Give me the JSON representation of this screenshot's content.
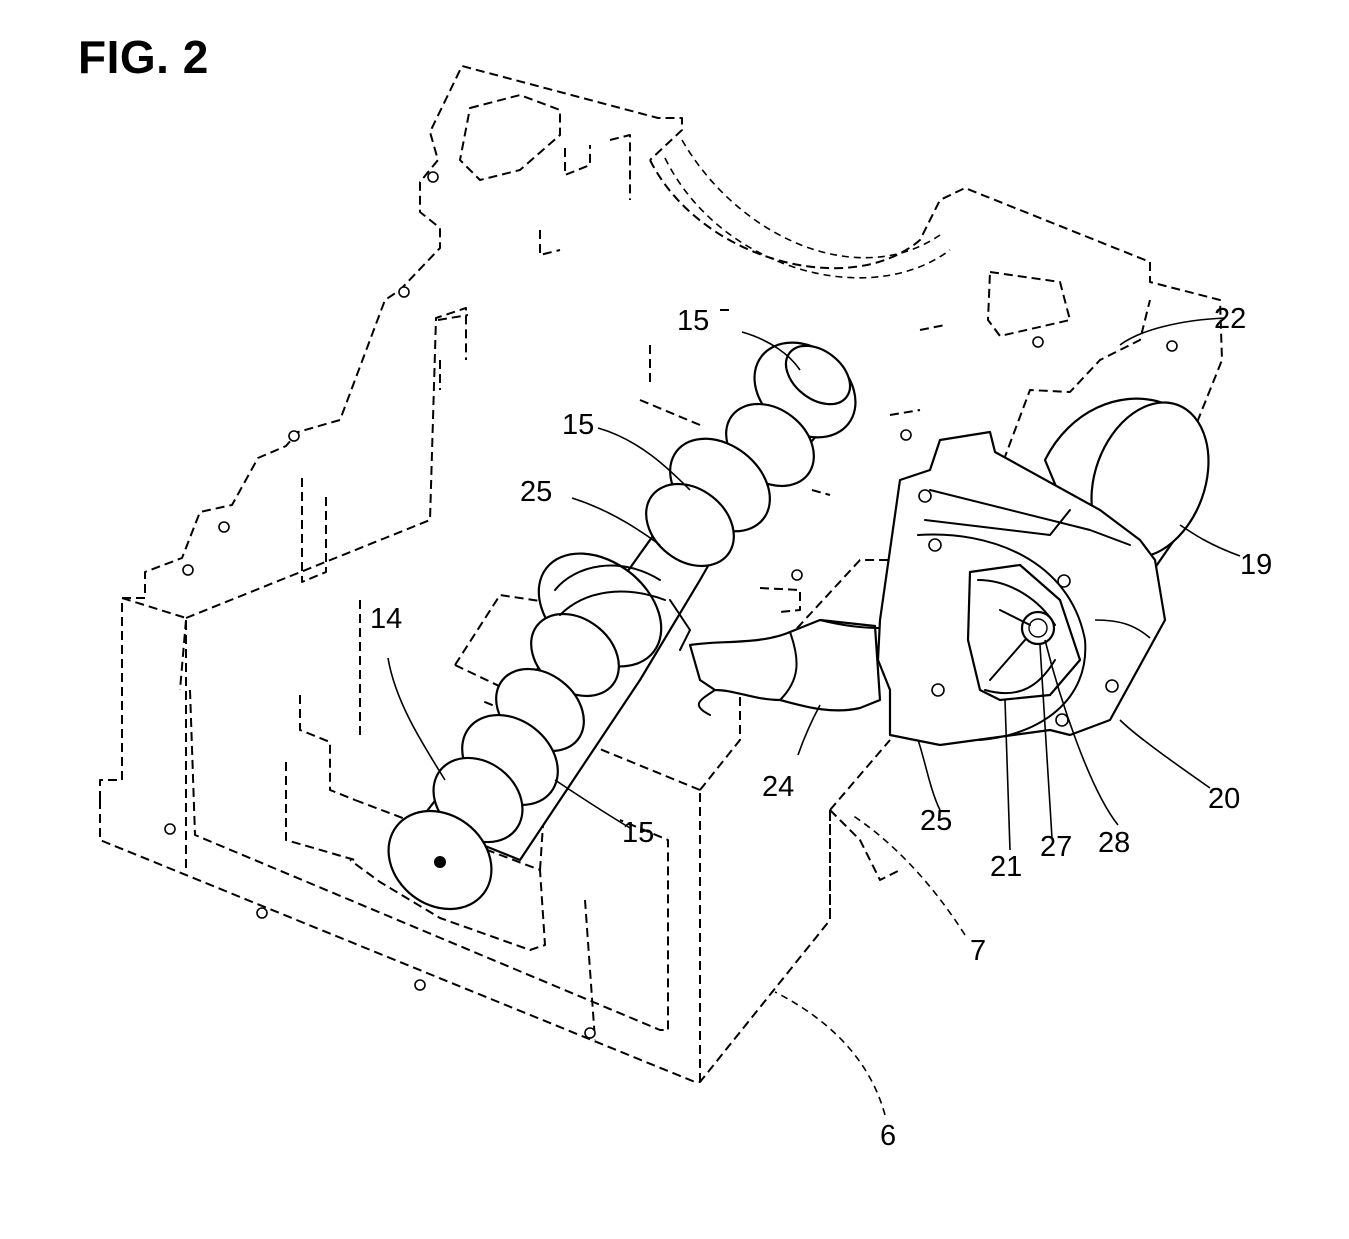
{
  "figure": {
    "title": "FIG. 2"
  },
  "labels": {
    "camshaft": "14",
    "cam_top": "15",
    "cam_upper": "15",
    "cam_lower": "15",
    "bearing_upper": "25",
    "bearing_lower": "25",
    "motor": "19",
    "housing": "20",
    "gear": "21",
    "cover": "22",
    "drive_arm": "24",
    "pin": "27",
    "shaft": "28",
    "block": "6",
    "wall": "7"
  }
}
